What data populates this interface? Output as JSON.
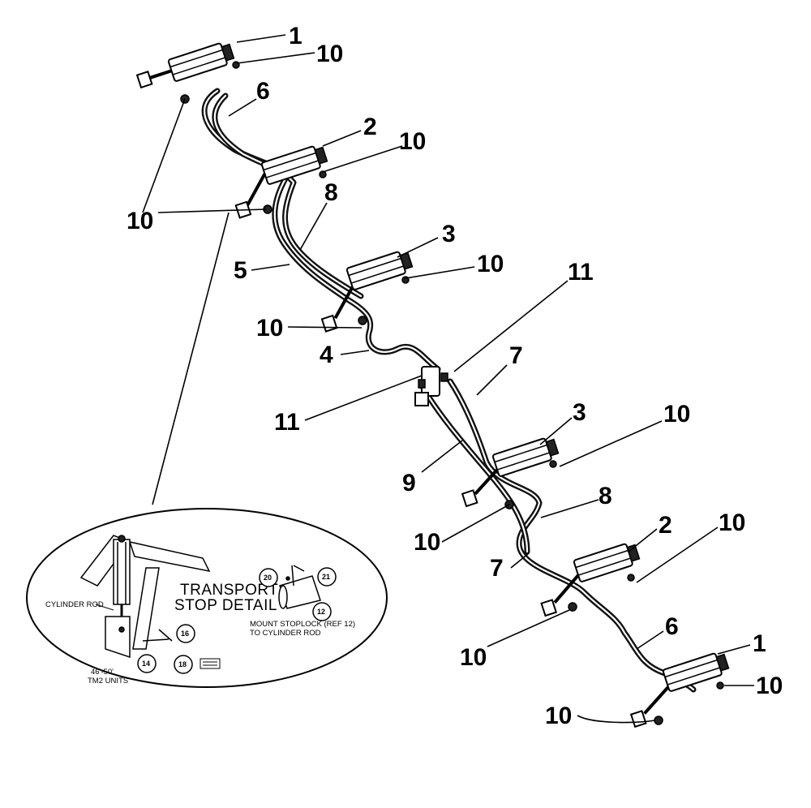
{
  "callouts": [
    {
      "id": "c1a",
      "text": "1"
    },
    {
      "id": "c10a",
      "text": "10"
    },
    {
      "id": "c6a",
      "text": "6"
    },
    {
      "id": "c2a",
      "text": "2"
    },
    {
      "id": "c10b",
      "text": "10"
    },
    {
      "id": "c10c",
      "text": "10"
    },
    {
      "id": "c8a",
      "text": "8"
    },
    {
      "id": "c3a",
      "text": "3"
    },
    {
      "id": "c5",
      "text": "5"
    },
    {
      "id": "c10d",
      "text": "10"
    },
    {
      "id": "c11a",
      "text": "11"
    },
    {
      "id": "c10e",
      "text": "10"
    },
    {
      "id": "c4",
      "text": "4"
    },
    {
      "id": "c7a",
      "text": "7"
    },
    {
      "id": "c11b",
      "text": "11"
    },
    {
      "id": "c3b",
      "text": "3"
    },
    {
      "id": "c10f",
      "text": "10"
    },
    {
      "id": "c9",
      "text": "9"
    },
    {
      "id": "c8b",
      "text": "8"
    },
    {
      "id": "c10g",
      "text": "10"
    },
    {
      "id": "c2b",
      "text": "2"
    },
    {
      "id": "c10h",
      "text": "10"
    },
    {
      "id": "c7b",
      "text": "7"
    },
    {
      "id": "c6b",
      "text": "6"
    },
    {
      "id": "c10i",
      "text": "10"
    },
    {
      "id": "c1b",
      "text": "1"
    },
    {
      "id": "c10j",
      "text": "10"
    },
    {
      "id": "c10k",
      "text": "10"
    }
  ],
  "detail": {
    "title_line1": "TRANSPORT",
    "title_line2": "STOP DETAIL",
    "cylinder_rod_label": "CYLINDER ROD",
    "units_line1": "46'-50'",
    "units_line2": "TM2 UNITS",
    "mount_line1": "MOUNT STOPLOCK (REF 12)",
    "mount_line2": "TO CYLINDER ROD",
    "circles": {
      "c20": "20",
      "c21": "21",
      "c12": "12",
      "c16": "16",
      "c14": "14",
      "c18": "18"
    }
  }
}
